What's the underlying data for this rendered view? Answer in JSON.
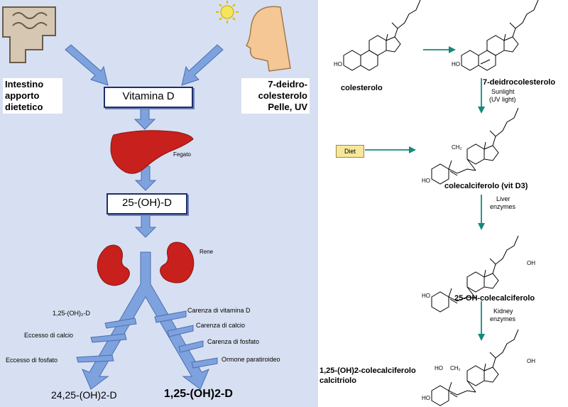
{
  "left_panel": {
    "intestine_label": [
      "Intestino",
      "apporto",
      "dietetico"
    ],
    "skin_label": [
      "7-deidro-",
      "colesterolo",
      "Pelle, UV"
    ],
    "vitamin_d": "Vitamina D",
    "liver_label": "Fegato",
    "hydroxy_d": "25-(OH)-D",
    "kidney_label": "Rene",
    "left_branch_top": "1,25-(OH)₂-D",
    "left_branch_mid": "Eccesso di calcio",
    "left_branch_bottom": "Eccesso di fosfato",
    "right_branch_1": "Carenza di vitamina D",
    "right_branch_2": "Carenza di calcio",
    "right_branch_3": "Carenza di fosfato",
    "right_branch_4": "Ormone paratiroideo",
    "product_left": "24,25-(OH)2-D",
    "product_right": "1,25-(OH)2-D"
  },
  "right_panel": {
    "colesterolo": "colesterolo",
    "deidro": "7-deidrocolesterolo",
    "sunlight": "Sunlight",
    "uv_light": "(UV light)",
    "diet": "Diet",
    "colecalciferolo": "colecalciferolo (vit D3)",
    "liver_enzymes_1": "Liver",
    "liver_enzymes_2": "enzymes",
    "oh_colecalciferolo": "25-OH-colecalciferolo",
    "kidney_enzymes_1": "Kidney",
    "kidney_enzymes_2": "enzymes",
    "final_1": "1,25-(OH)2-colecalciferolo",
    "final_2": "calcitriolo",
    "ho": "HO",
    "oh": "OH",
    "ch2": "CH₂"
  },
  "colors": {
    "panel_bg": "#d7e0f2",
    "arrow_blue": "#7ea2de",
    "arrow_teal": "#138a7a",
    "organ_red": "#c8201c",
    "diet_box": "#f6e79a"
  }
}
